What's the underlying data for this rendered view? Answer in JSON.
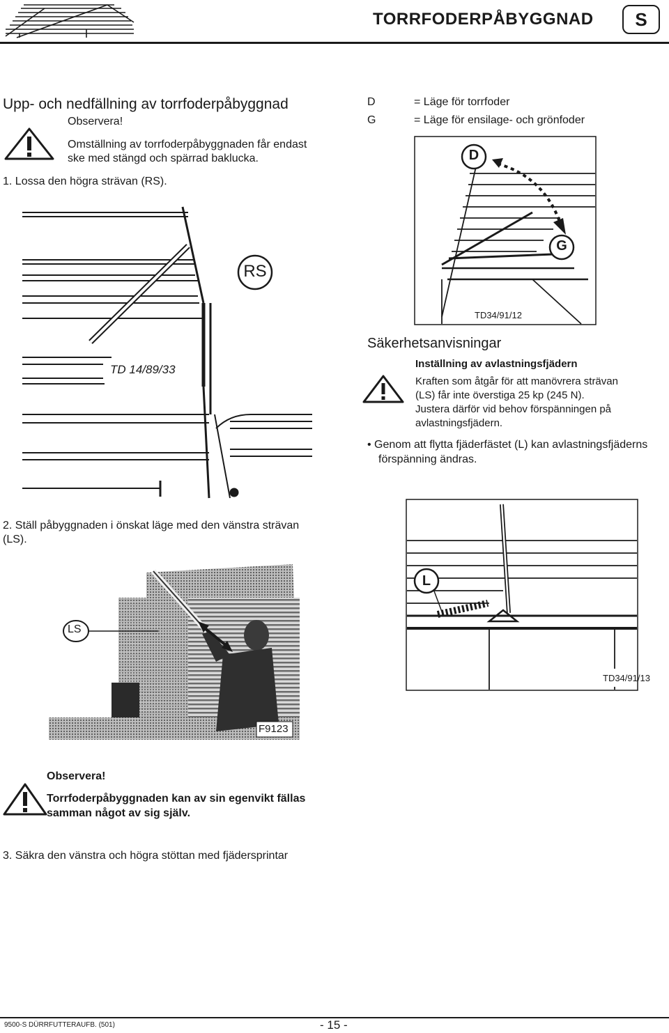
{
  "header": {
    "title": "TORRFODERPÅBYGGNAD",
    "lang": "S"
  },
  "left_top": {
    "heading": "Upp- och nedfällning av torrfoderpåbyggnad",
    "note_label": "Observera!",
    "note_line1": "Omställning av torrfoderpåbyggnaden får endast",
    "note_line2": "ske med stängd och spärrad baklucka.",
    "step1": "1.  Lossa den högra strävan (RS)."
  },
  "legend": {
    "d_key": "D",
    "d_text": "= Läge för torrfoder",
    "g_key": "G",
    "g_text": "= Läge för ensilage- och grönfoder"
  },
  "figure_rs": {
    "label": "RS",
    "code": "TD 14/89/33"
  },
  "figure_dg": {
    "label_d": "D",
    "label_g": "G",
    "code": "TD34/91/12"
  },
  "safety": {
    "title": "Säkerhetsanvisningar",
    "subtitle": "Inställning av avlastningsfjädern",
    "line1": "Kraften som åtgår för att manövrera strävan",
    "line2": "(LS) får inte överstiga 25 kp (245 N).",
    "line3": "Justera därför vid behov förspänningen på",
    "line4": "avlastningsfjädern.",
    "bullet1": "•  Genom att flytta fjäderfästet (L) kan avlastningsfjäderns",
    "bullet2": "förspänning ändras."
  },
  "step2": {
    "line1": "2.  Ställ påbyggnaden i önskat läge med den vänstra strävan",
    "line2": "(LS)."
  },
  "figure_ls": {
    "label": "LS",
    "code": "F9123"
  },
  "figure_l": {
    "label": "L",
    "code": "TD34/91/13"
  },
  "bottom_note": {
    "label": "Observera!",
    "line1": "Torrfoderpåbyggnaden kan av sin egenvikt fällas",
    "line2": "samman något av sig själv."
  },
  "step3": "3.  Säkra den vänstra och högra stöttan med fjädersprintar",
  "footer": {
    "doc": "9500-S DÜRRFUTTERAUFB. (501)",
    "page": "- 15 -"
  }
}
